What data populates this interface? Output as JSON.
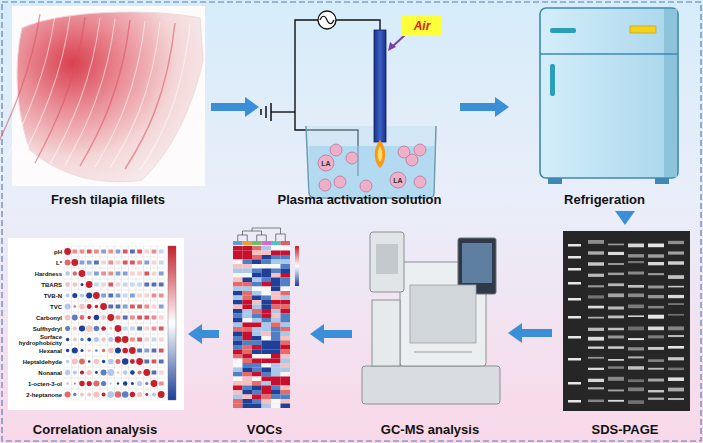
{
  "diagram": {
    "nodes": [
      {
        "text": [
          "Fresh tilapia fillets"
        ]
      },
      {
        "text": [
          "Plasma activation solution"
        ]
      },
      {
        "text": [
          "Air"
        ],
        "in": 1
      },
      {
        "text": [
          "Refrigeration"
        ]
      },
      {
        "text": [
          "SDS-PAGE"
        ]
      },
      {
        "text": [
          "GC-MS analysis"
        ]
      },
      {
        "text": [
          "VOCs"
        ]
      },
      {
        "text": [
          "Correlation analysis"
        ]
      }
    ],
    "edges": [
      {
        "from": 0,
        "to": 1,
        "arrow": "to"
      },
      {
        "from": 1,
        "to": 3,
        "arrow": "to"
      },
      {
        "from": 3,
        "to": 4,
        "arrow": "to"
      },
      {
        "from": 4,
        "to": 5,
        "arrow": "to"
      },
      {
        "from": 5,
        "to": 6,
        "arrow": "to"
      },
      {
        "from": 6,
        "to": 7,
        "arrow": "to"
      }
    ],
    "labels": [
      "LA",
      "LA",
      "pH",
      "L*",
      "Hardness",
      "TBARS",
      "TVB-N",
      "TVC",
      "Carbonyl",
      "Sulfhydryl",
      "Surface hydrophobicity",
      "Hexanal",
      "Heptaldehyde",
      "Nonanal",
      "1-octen-3-ol",
      "2-heptanone"
    ]
  }
}
